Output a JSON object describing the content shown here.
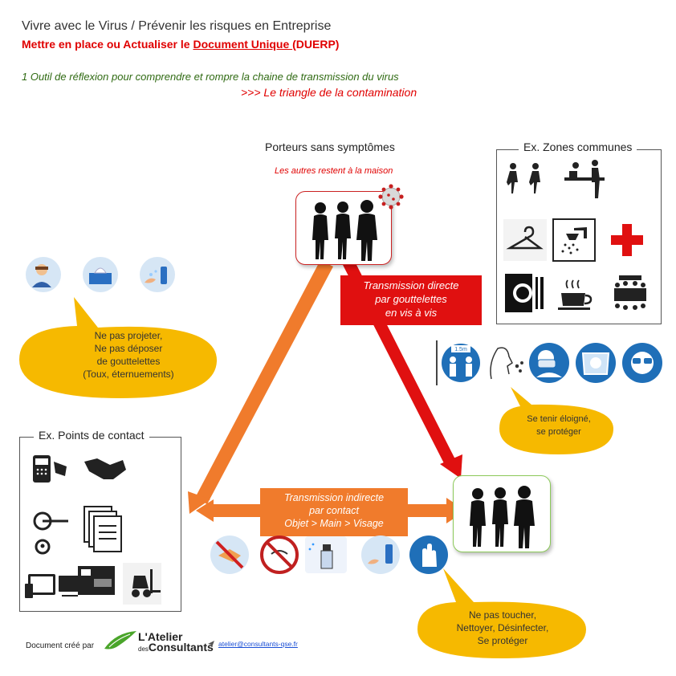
{
  "header": {
    "title": "Vivre avec le Virus /  Prévenir les risques en Entreprise",
    "subtitle_prefix": "Mettre en place ou Actualiser le ",
    "subtitle_link": "Document Unique ",
    "subtitle_suffix": "(DUERP)",
    "intro": "1 Outil de réflexion pour comprendre et rompre la chaine de transmission du virus",
    "triangle": ">>> Le triangle de la contamination"
  },
  "carriers": {
    "title": "Porteurs sans symptômes",
    "subtitle": "Les autres restent à la maison"
  },
  "zones": {
    "label": "Ex. Zones communes"
  },
  "contact_points": {
    "label": "Ex. Points de contact"
  },
  "direct": {
    "lines": [
      "Transmission directe",
      "par gouttelettes",
      "en vis à vis"
    ]
  },
  "indirect": {
    "lines": [
      "Transmission  indirecte",
      "par  contact",
      "Objet > Main > Visage"
    ]
  },
  "callouts": {
    "droplets": [
      "Ne pas projeter,",
      "Ne pas déposer",
      "de gouttelettes",
      "(Toux, éternuements)"
    ],
    "distance": [
      "Se tenir éloigné,",
      "se protéger"
    ],
    "touch": [
      "Ne pas toucher,",
      "Nettoyer, Désinfecter,",
      "Se protéger"
    ]
  },
  "distance_sign": "1.5m",
  "footer": {
    "created_by": "Document  créé par",
    "brand_line1": "L'Atelier",
    "brand_line2_small": "des",
    "brand_line2": "Consultants",
    "email": "atelier@consultants-qse.fr"
  },
  "colors": {
    "red": "#e01010",
    "orange": "#f07b2c",
    "callout_yellow": "#f6b900",
    "green_text": "#2f6a12",
    "icon_blue": "#1f6fb8"
  }
}
